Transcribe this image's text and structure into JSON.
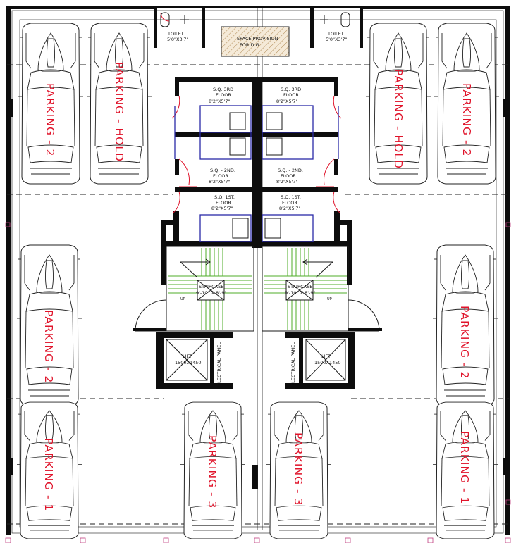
{
  "parking": {
    "left_top_outer": "PARKING - 2",
    "left_top_inner": "PARKING - HOLD",
    "right_top_inner": "PARKING - HOLD",
    "right_top_outer": "PARKING - 2",
    "left_middle": "PARKING - 2",
    "right_middle": "PARKING - 2",
    "left_bottom": "PARKING - 1",
    "center_left_bottom": "PARKING - 3",
    "center_right_bottom": "PARKING - 3",
    "right_bottom": "PARKING - 1"
  },
  "toilets": {
    "left_name": "TOILET",
    "left_size": "5'0\"X3'7\"",
    "right_name": "TOILET",
    "right_size": "5'0\"X3'7\""
  },
  "dg_space": {
    "line1": "SPACE PROVISION",
    "line2": "FOR D.G."
  },
  "servant_quarters": {
    "left_3rd": {
      "line1": "S.Q. 3RD",
      "line2": "FLOOR",
      "line3": "8'2\"X5'7\""
    },
    "right_3rd": {
      "line1": "S.Q. 3RD",
      "line2": "FLOOR",
      "line3": "8'2\"X5'7\""
    },
    "left_2nd": {
      "line1": "S.Q. - 2ND.",
      "line2": "FLOOR",
      "line3": "8'2\"X5'7\""
    },
    "right_2nd": {
      "line1": "S.Q. - 2ND.",
      "line2": "FLOOR",
      "line3": "8'2\"X5'7\""
    },
    "left_1st": {
      "line1": "S.Q. 1ST.",
      "line2": "FLOOR",
      "line3": "8'2\"X5'7\""
    },
    "right_1st": {
      "line1": "S.Q. 1ST.",
      "line2": "FLOOR",
      "line3": "8'2\"X5'7\""
    }
  },
  "staircases": {
    "left": {
      "line1": "STAIRCASE",
      "line2": "9'-10\" X 8'-9\"",
      "up": "UP"
    },
    "right": {
      "line1": "STAIRCASE",
      "line2": "9'-10\" X 8'-9\"",
      "up": "UP"
    }
  },
  "lifts": {
    "left": {
      "name": "LIFT",
      "size": "1500X1450"
    },
    "right": {
      "name": "LIFT",
      "size": "1500X1450"
    }
  },
  "electrical_panel": {
    "left": "ELECTRICAL PANEL",
    "right": "ELECTRICAL PANEL"
  }
}
